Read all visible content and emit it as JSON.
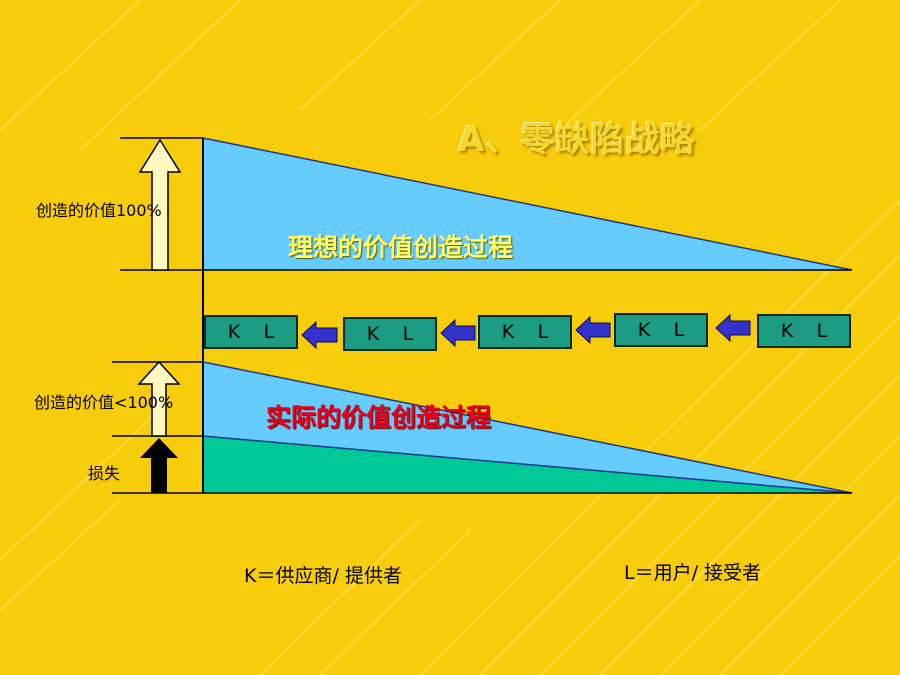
{
  "slide": {
    "title": "A、零缺陷战略",
    "ideal_process": "理想的价值创造过程",
    "actual_process": "实际的价值创造过程",
    "created_value_100": "创造的价值100%",
    "created_value_lt100": "创造的价值<100%",
    "loss": "损失",
    "legend_k": "K＝供应商/ 提供者",
    "legend_l": "L＝用户/ 接受者"
  },
  "chain": [
    {
      "k": "K",
      "l": "L"
    },
    {
      "k": "K",
      "l": "L"
    },
    {
      "k": "K",
      "l": "L"
    },
    {
      "k": "K",
      "l": "L"
    },
    {
      "k": "K",
      "l": "L"
    }
  ],
  "colors": {
    "background": "#f7cc0b",
    "ideal_fill": "#66ccff",
    "loss_fill": "#00c896",
    "box_fill": "#1c9c82",
    "arrow_fill": "#3333cc",
    "actual_label": "#e8001c",
    "ideal_label": "#ffff66"
  }
}
